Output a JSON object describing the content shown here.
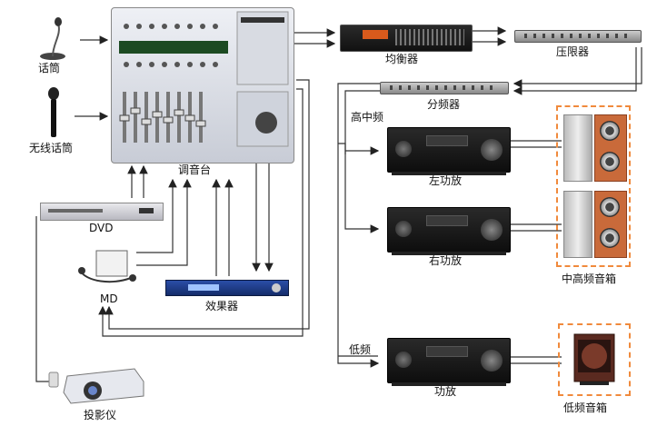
{
  "labels": {
    "mic": "话筒",
    "wireless_mic": "无线话筒",
    "mixer": "调音台",
    "dvd": "DVD",
    "md": "MD",
    "effects": "效果器",
    "projector": "投影仪",
    "equalizer": "均衡器",
    "limiter": "压限器",
    "crossover": "分频器",
    "high_mid": "高中频",
    "left_amp": "左功放",
    "right_amp": "右功放",
    "low_freq": "低频",
    "amp": "功放",
    "mid_high_speaker": "中高频音箱",
    "sub_speaker": "低频音箱"
  },
  "colors": {
    "accent": "#f08a3c",
    "wire": "#333333",
    "effects_unit": "#1f3d8a"
  }
}
